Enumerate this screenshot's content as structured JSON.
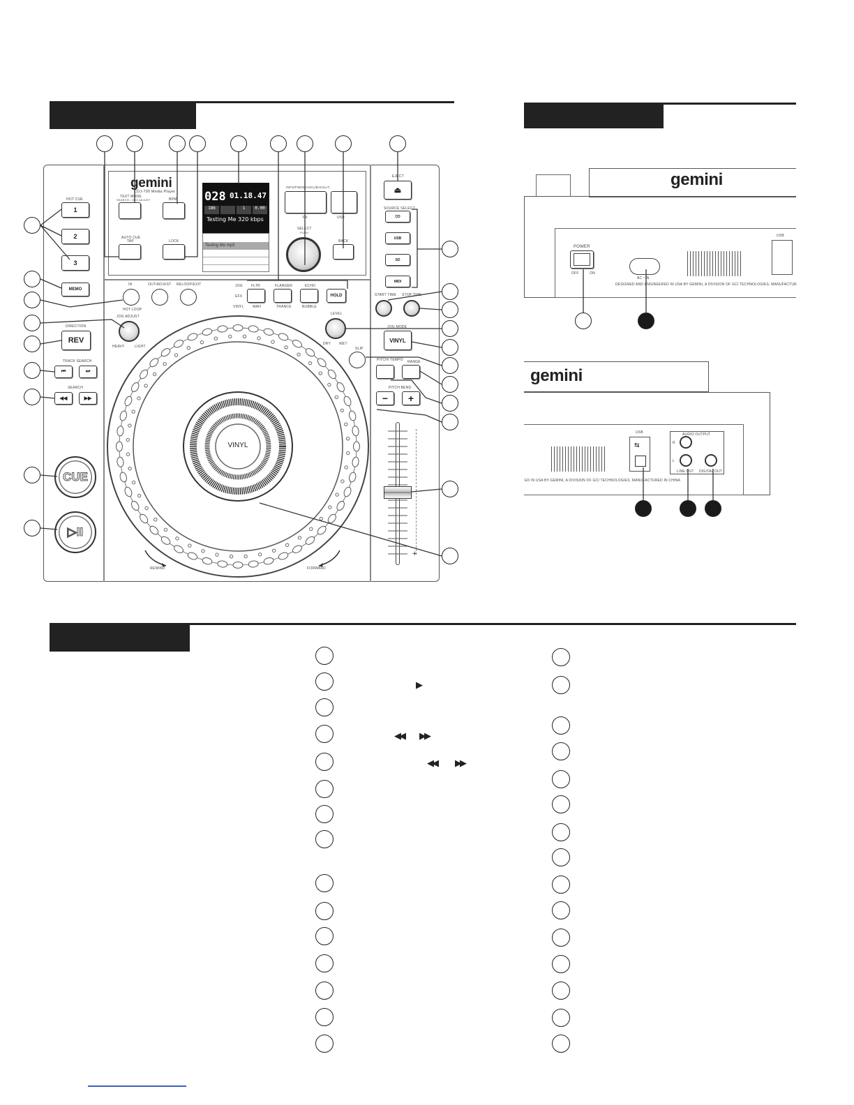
{
  "front_panel": {
    "brand": "gemini",
    "model": "CDJ-700 Media Player",
    "hot_cue": {
      "label": "HOT CUE",
      "buttons": [
        "1",
        "2",
        "3"
      ]
    },
    "memo": "MEMO",
    "direction": {
      "label": "DIRECTION",
      "button": "REV"
    },
    "track_search": "TRACK SEARCH",
    "search": "SEARCH",
    "cue": "CUE",
    "play_pause": "▷II",
    "text_mode": {
      "label": "TEXT MODE",
      "sub": "SEARCH / JOG ADJUST"
    },
    "auto_cue": {
      "label": "AUTO CUE",
      "sub": "TAP"
    },
    "bpm": "BPM",
    "lock": "LOCK",
    "lcd": {
      "big": "028",
      "time": "01.18.47",
      "row2": [
        "186",
        "",
        "1",
        "0.00"
      ],
      "title": "Testing Me  320 kbps",
      "list_item": "Testing Me mp3"
    },
    "jog_adjust": {
      "label": "JOG ADJUST",
      "left": "HEAVY",
      "right": "LIGHT"
    },
    "in": {
      "label": "IN",
      "sub": "HOT LOOP"
    },
    "out_adjust": "OUT/ADJUST",
    "reloop_exit": "RELOOP/EXIT",
    "effects": {
      "jog": "JOG",
      "efx": "EFX",
      "vinyl": "VINYL",
      "top": [
        "FLTR",
        "FLANGER",
        "ECHO"
      ],
      "bottom": [
        "WAH",
        "TRANCE",
        "BUBBLE"
      ],
      "hold": "HOLD"
    },
    "level": {
      "label": "LEVEL",
      "left": "DRY",
      "right": "WET"
    },
    "info": {
      "top": "INFO/FWD/BACKL/BACKLIT",
      "sub": "FX"
    },
    "usb_toggle": "USB",
    "select_push": {
      "label": "SELECT",
      "sub": "PUSH"
    },
    "back": "BACK",
    "eject": "EJECT",
    "source_select": {
      "label": "SOURCE SELECT",
      "items": [
        "CD",
        "USB",
        "SD",
        "MIDI"
      ]
    },
    "start_time": "START TIME",
    "stop_time": "STOP TIME",
    "jog_mode": {
      "label": "JOG MODE",
      "button": "VINYL"
    },
    "slip": "SLIP",
    "pitch_tempo": "PITCH/ TEMPO",
    "range": "RANGE",
    "pitch_bend": {
      "label": "PITCH BEND",
      "minus": "−",
      "plus": "+"
    },
    "platter_center": "VINYL",
    "rewind": "REWIND",
    "forward": "FORWARD",
    "slider_plus": "+"
  },
  "rear_top": {
    "brand": "gemini",
    "power": {
      "label": "POWER",
      "off": "OFF",
      "on": "ON"
    },
    "ac_label": "AC ~IN",
    "footer": "DESIGNED AND ENGINEERED IN USA BY GEMINI, A DIVISION OF GCI TECHNOLOGIES, MANUFACTUR",
    "usb": "USB"
  },
  "rear_bottom": {
    "brand": "gemini",
    "usb": "USB",
    "audio_output": "AUDIO OUTPUT",
    "r": "R",
    "l": "L",
    "line_out": "LINE OUT",
    "digital_out": "DIGITAL OUT",
    "footer": "ED IN USA BY GEMINI, A DIVISION OF GCI TECHNOLOGIES, MANUFACTURED IN CHINA"
  }
}
